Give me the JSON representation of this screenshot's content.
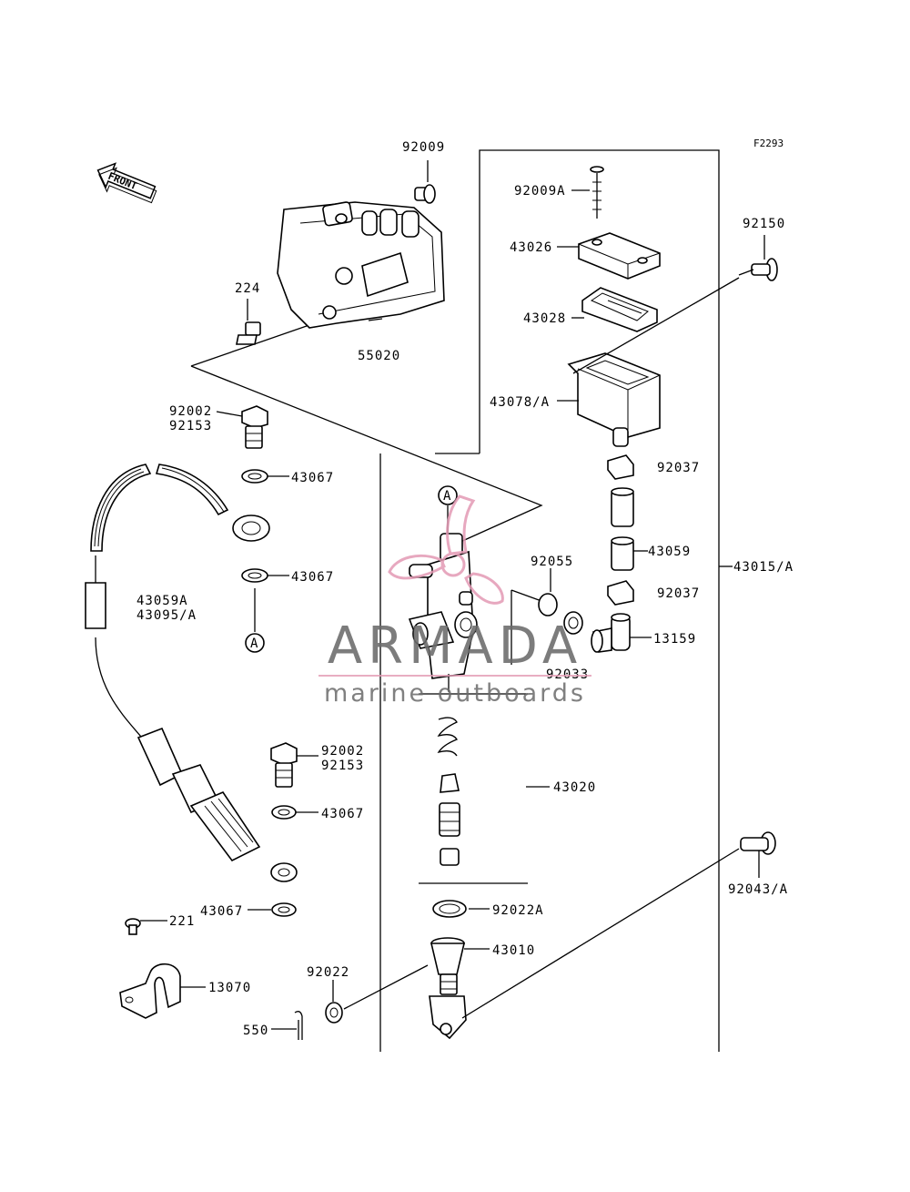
{
  "diagram": {
    "code": "F2293",
    "front_label": "FRONT",
    "labels": {
      "p92009": "92009",
      "p92009A": "92009A",
      "p92150": "92150",
      "p43026": "43026",
      "p43028": "43028",
      "p224": "224",
      "p55020": "55020",
      "p43078": "43078/A",
      "p92002a": "92002",
      "p92153a": "92153",
      "p43067a": "43067",
      "p92037a": "92037",
      "p43067b": "43067",
      "p43059": "43059",
      "p43015": "43015/A",
      "p92055": "92055",
      "p92037b": "92037",
      "p43059A": "43059A",
      "p43095": "43095/A",
      "p13159": "13159",
      "p92033": "92033",
      "p92002b": "92002",
      "p92153b": "92153",
      "p43067c": "43067",
      "p43020": "43020",
      "p92043": "92043/A",
      "p43067d": "43067",
      "p221": "221",
      "p92022A": "92022A",
      "p43010": "43010",
      "p13070": "13070",
      "p92022": "92022",
      "p550": "550",
      "refA1": "A",
      "refA2": "A"
    }
  },
  "watermark": {
    "brand": "ARMADA",
    "tagline": "marine outboards",
    "brand_color": "#6b6b6b",
    "accent_color": "#e39ab4"
  }
}
